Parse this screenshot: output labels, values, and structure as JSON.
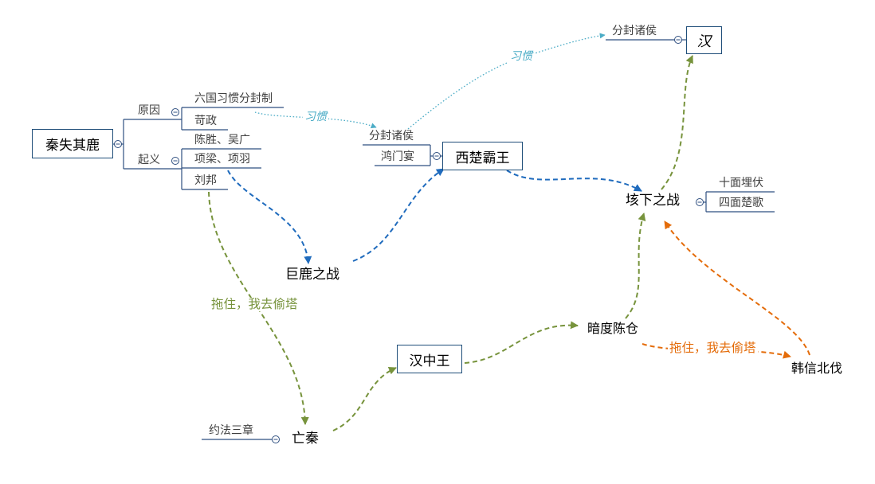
{
  "colors": {
    "background": "#ffffff",
    "box_border": "#1f4e79",
    "branch_line": "#2f4f80",
    "subtopic_text": "#404040",
    "topic_text": "#000000",
    "habit_link": "#4bacc6",
    "xiang_yu_path": "#1f6bbd",
    "liu_bang_path": "#77933c",
    "han_xin_path": "#e46c0a"
  },
  "icons": {
    "collapse": "minus-circle"
  },
  "root": {
    "label": "秦失其鹿",
    "branches": [
      {
        "label": "原因",
        "children": [
          "六国习惯分封制",
          "苛政"
        ]
      },
      {
        "label": "起义",
        "children": [
          "陈胜、吴广",
          "项梁、项羽",
          "刘邦"
        ]
      }
    ]
  },
  "julu": {
    "label": "巨鹿之战"
  },
  "xichu": {
    "label": "西楚霸王",
    "children": [
      "分封诸侯",
      "鸿门宴"
    ]
  },
  "han": {
    "label": "汉",
    "children": [
      "分封诸侯"
    ]
  },
  "gaixia": {
    "label": "垓下之战",
    "children": [
      "十面埋伏",
      "四面楚歌"
    ]
  },
  "wangqin": {
    "label": "亡秦",
    "children": [
      "约法三章"
    ]
  },
  "hanzhong": {
    "label": "汉中王"
  },
  "anducang": {
    "label": "暗度陈仓"
  },
  "hanxin": {
    "label": "韩信北伐"
  },
  "relationship_labels": {
    "habit_1": "习惯",
    "habit_2": "习惯",
    "liu_bang_stall": "拖住，我去偷塔",
    "han_xin_stall": "拖住，我去偷塔"
  }
}
